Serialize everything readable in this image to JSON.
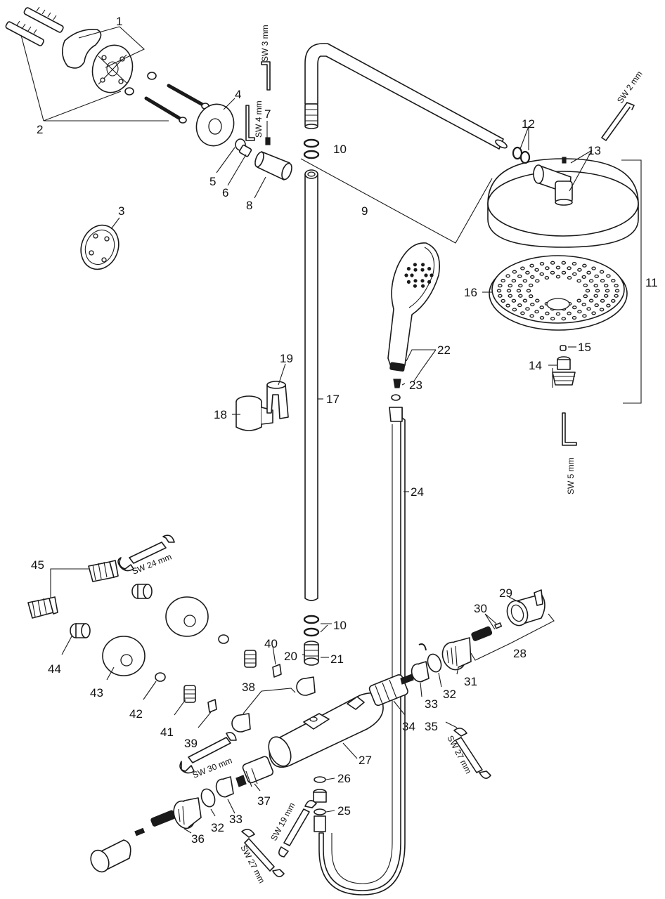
{
  "callouts": {
    "n1": "1",
    "n2": "2",
    "n3": "3",
    "n4": "4",
    "n5": "5",
    "n6": "6",
    "n7": "7",
    "n8": "8",
    "n9": "9",
    "n10a": "10",
    "n10b": "10",
    "n11": "11",
    "n12": "12",
    "n13": "13",
    "n14": "14",
    "n15": "15",
    "n16": "16",
    "n17": "17",
    "n18": "18",
    "n19": "19",
    "n20": "20",
    "n21": "21",
    "n22": "22",
    "n23": "23",
    "n24": "24",
    "n25": "25",
    "n26": "26",
    "n27": "27",
    "n28": "28",
    "n29": "29",
    "n30": "30",
    "n31": "31",
    "n32a": "32",
    "n32b": "32",
    "n33a": "33",
    "n33b": "33",
    "n34": "34",
    "n35": "35",
    "n36": "36",
    "n37": "37",
    "n38": "38",
    "n39": "39",
    "n40": "40",
    "n41": "41",
    "n42": "42",
    "n43": "43",
    "n44": "44",
    "n45": "45"
  },
  "tools": {
    "sw3": "SW 3 mm",
    "sw4": "SW 4 mm",
    "sw2": "SW 2 mm",
    "sw5": "SW 5 mm",
    "sw24": "SW 24 mm",
    "sw30": "SW 30 mm",
    "sw27a": "SW 27 mm",
    "sw27b": "SW 27 mm",
    "sw19": "SW 19 mm"
  },
  "colors": {
    "line": "#1a1a1a",
    "background": "#ffffff"
  }
}
